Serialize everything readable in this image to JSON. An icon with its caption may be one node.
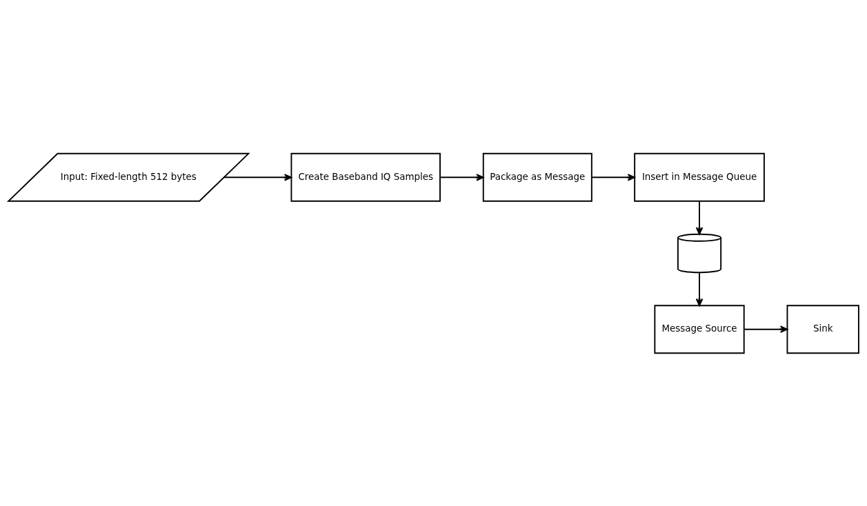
{
  "diagram": {
    "nodes": [
      {
        "text": [
          "Input: Fixed-length 512 bytes"
        ]
      },
      {
        "text": [
          "Create Baseband IQ Samples"
        ]
      },
      {
        "text": [
          "Package as Message"
        ]
      },
      {
        "text": [
          "Insert in Message Queue"
        ]
      },
      {
        "text": [],
        "shape": "cylinder"
      },
      {
        "text": [
          "Message Source"
        ]
      },
      {
        "text": [
          "Sink"
        ]
      }
    ],
    "edges": [
      {
        "from": 0,
        "to": 1,
        "arrow": "to"
      },
      {
        "from": 1,
        "to": 2,
        "arrow": "to"
      },
      {
        "from": 2,
        "to": 3,
        "arrow": "to"
      },
      {
        "from": 3,
        "to": 4,
        "arrow": "to"
      },
      {
        "from": 4,
        "to": 5,
        "arrow": "to"
      },
      {
        "from": 5,
        "to": 6,
        "arrow": "to"
      }
    ]
  }
}
